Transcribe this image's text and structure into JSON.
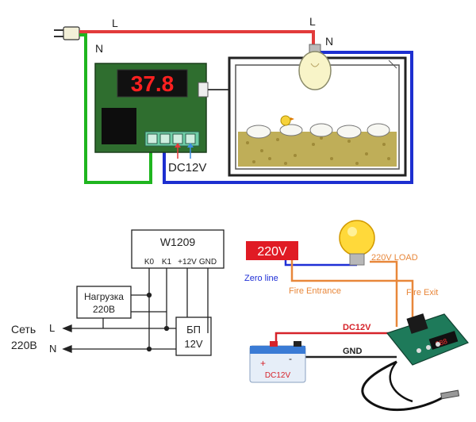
{
  "top": {
    "label_L_left": "L",
    "label_L_right": "L",
    "label_N_left": "N",
    "label_N_right": "N",
    "display": "37.8",
    "dc_label": "DC12V",
    "colors": {
      "live": "#e23b3b",
      "neutral": "#1d2fd0",
      "earth": "#1fb51f",
      "board": "#2f6e2f",
      "led": "#ff2020",
      "sand": "#bfae58"
    }
  },
  "schematic": {
    "module": "W1209",
    "pins": [
      "K0",
      "K1",
      "+12V",
      "GND"
    ],
    "load_line1": "Нагрузка",
    "load_line2": "220В",
    "psu_line1": "БП",
    "psu_line2": "12V",
    "mains_line1": "Сеть",
    "mains_line2": "220В",
    "mains_L": "L",
    "mains_N": "N"
  },
  "photo_diagram": {
    "voltage": "220V",
    "zero_line": "Zero line",
    "fire_entrance": "Fire Entrance",
    "load": "220V LOAD",
    "fire_exit": "Fire Exit",
    "dc12v_top": "DC12V",
    "gnd": "GND",
    "battery": "DC12V",
    "battery_plus": "+",
    "battery_minus": "-",
    "colors": {
      "red_box": "#e01b24",
      "orange_wire": "#e8873a",
      "blue_wire": "#1f2fd6",
      "red_wire": "#d6232a",
      "relay_board": "#1e7a5a"
    }
  }
}
